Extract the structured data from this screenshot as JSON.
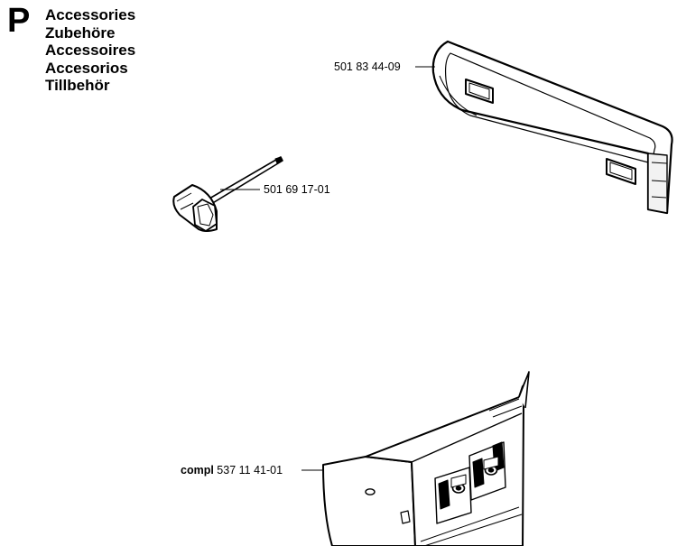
{
  "section": {
    "letter": "P",
    "titles": [
      "Accessories",
      "Zubehöre",
      "Accessoires",
      "Accesorios",
      "Tillbehör"
    ]
  },
  "parts": [
    {
      "id": "bar-guard",
      "part_number": "501 83 44-09"
    },
    {
      "id": "combination-spanner",
      "part_number": "501 69 17-01"
    },
    {
      "id": "clutch-cover",
      "prefix": "compl",
      "part_number": "537 11 41-01"
    }
  ]
}
